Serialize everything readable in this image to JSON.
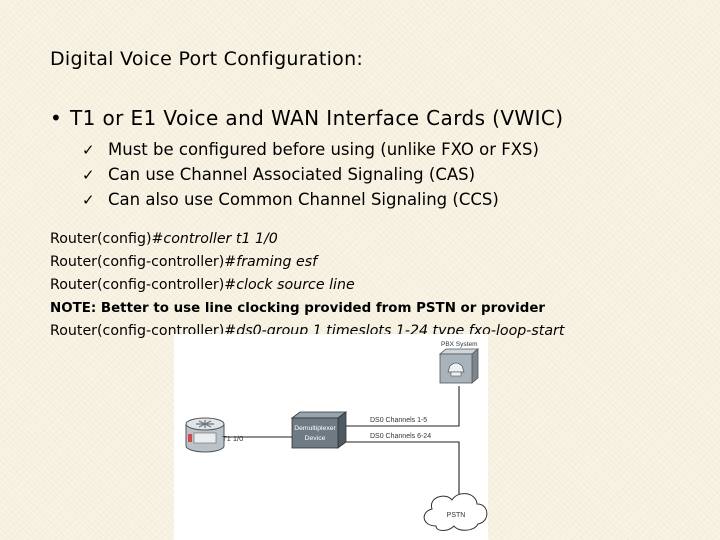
{
  "slide": {
    "title": "Digital Voice Port Configuration:",
    "bullet": {
      "symbol": "•",
      "text": "T1 or E1 Voice and WAN Interface Cards (VWIC)"
    },
    "sub_items": [
      {
        "check": "✓",
        "text": "Must be configured before using (unlike FXO or FXS)"
      },
      {
        "check": "✓",
        "text": "Can use Channel Associated Signaling (CAS)"
      },
      {
        "check": "✓",
        "text": "Can also use Common Channel Signaling (CCS)"
      }
    ],
    "commands": [
      {
        "prompt": "Router(config)#",
        "command": "controller t1 1/0"
      },
      {
        "prompt": "Router(config-controller)#",
        "command": "framing esf"
      },
      {
        "prompt": "Router(config-controller)#",
        "command": "clock source line"
      },
      {
        "note": "NOTE: Better to use line clocking provided from PSTN or provider"
      },
      {
        "prompt": "Router(config-controller)#",
        "command": "ds0-group 1 timeslots 1-24 type fxo-loop-start"
      }
    ]
  },
  "diagram": {
    "pbx_label": "PBX System",
    "t1_label": "T1 1/0",
    "mux_label": [
      "Demultiplexer",
      "Device"
    ],
    "ds0_top": "DS0 Channels 1-5",
    "ds0_bottom": "DS0 Channels 6-24",
    "pstn_label": "PSTN"
  },
  "colors": {
    "background": "#f8f3e4",
    "router_body": "#c8d0d6",
    "mux_box": "#6e7b84",
    "pbx_box": "#a9b3bb"
  }
}
